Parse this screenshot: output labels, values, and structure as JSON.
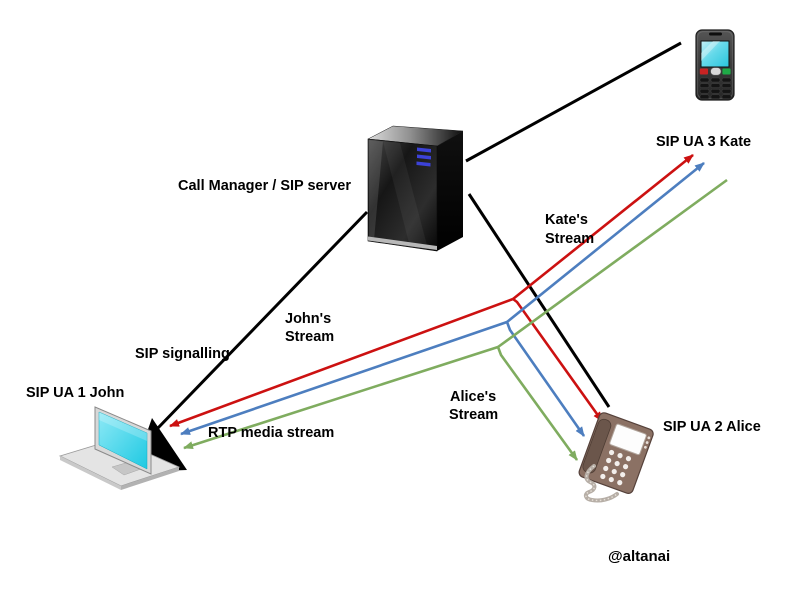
{
  "diagram": {
    "background": "#ffffff",
    "watermark": "@altanai"
  },
  "colors": {
    "signalling": "#000000",
    "stream_red": "#cc1111",
    "stream_blue": "#4d7ebf",
    "stream_green": "#7fac5f",
    "watermark": "#c9cccd",
    "label_text": "#000000",
    "laptop_screen": "#2fd0e6",
    "mobile_screen": "#5ed7e8",
    "server_led": "#3c42d8"
  },
  "nodes": {
    "server": {
      "label": "Call Manager / SIP server",
      "device": "server-tower"
    },
    "john": {
      "label": "SIP UA 1 John",
      "device": "laptop"
    },
    "alice": {
      "label": "SIP UA 2 Alice",
      "device": "desk-phone"
    },
    "kate": {
      "label": "SIP UA 3 Kate",
      "device": "mobile-phone"
    }
  },
  "edges": {
    "sip_signalling_label": "SIP signalling",
    "rtp_media_label": "RTP media stream",
    "johns_stream": {
      "line1": "John's",
      "line2": "Stream"
    },
    "kates_stream": {
      "line1": "Kate's",
      "line2": "Stream"
    },
    "alices_stream": {
      "line1": "Alice's",
      "line2": "Stream"
    }
  }
}
